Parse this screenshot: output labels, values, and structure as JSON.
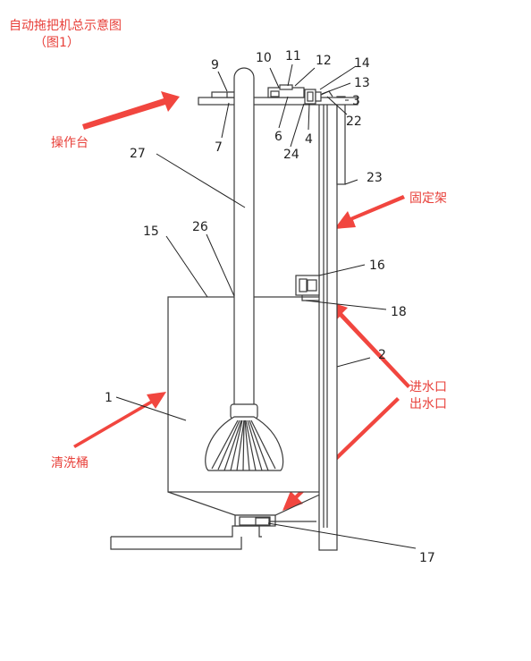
{
  "title": {
    "line1": "自动拖把机总示意图",
    "line2": "（图1）"
  },
  "annotations": {
    "console": "操作台",
    "fixed_frame": "固定架",
    "water_inlet": "进水口",
    "water_outlet": "出水口",
    "cleaning_bucket": "清洗桶"
  },
  "part_numbers": {
    "n1": "1",
    "n2": "2",
    "n3": "3",
    "n4": "4",
    "n6": "6",
    "n7": "7",
    "n9": "9",
    "n10": "10",
    "n11": "11",
    "n12": "12",
    "n13": "13",
    "n14": "14",
    "n15": "15",
    "n16": "16",
    "n17": "17",
    "n18": "18",
    "n22": "22",
    "n23": "23",
    "n24": "24",
    "n26": "26",
    "n27": "27"
  },
  "colors": {
    "annotation_red": "#e8403a",
    "line_gray": "#3a3a3a"
  }
}
